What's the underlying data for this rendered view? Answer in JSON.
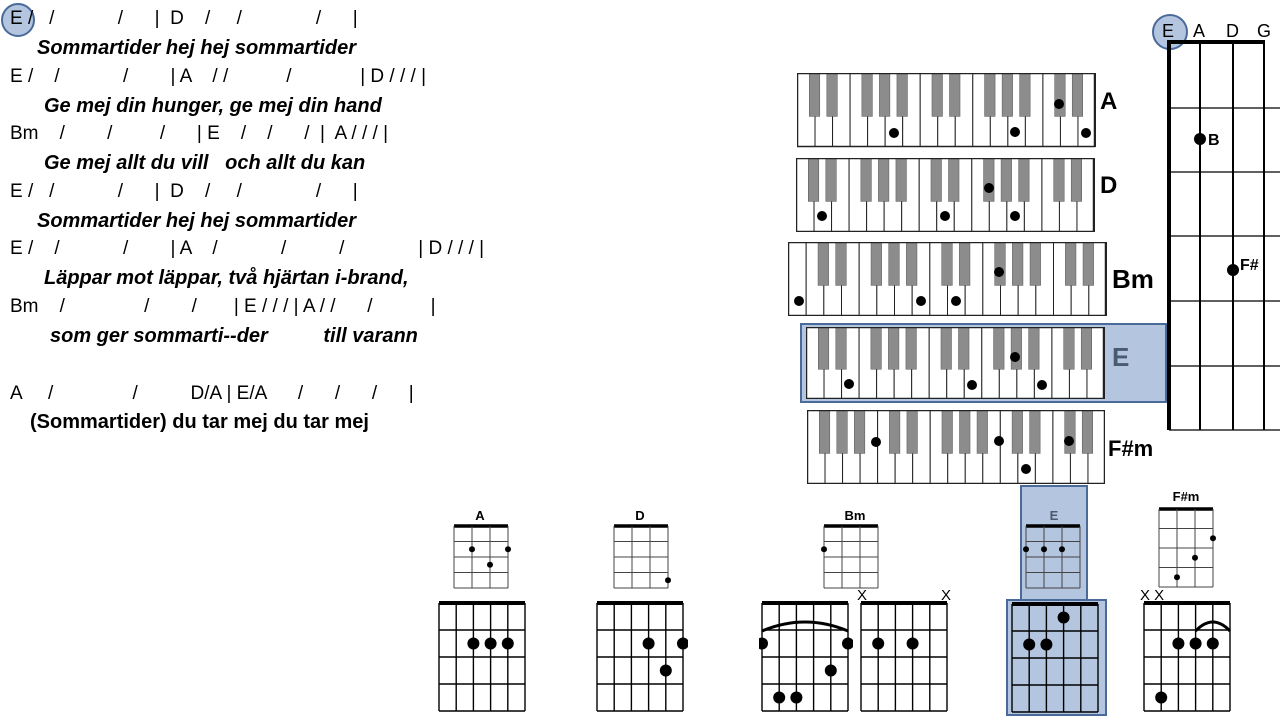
{
  "song": {
    "lines": [
      {
        "chords": "E /   /            /      |  D    /     /              /      |",
        "lyric": "Sommartider hej hej sommartider"
      },
      {
        "chords": "E /    /            /        | A    / /           /             | D / / / |",
        "lyric": "Ge mej din hunger, ge mej din hand"
      },
      {
        "chords": "Bm    /        /         /      | E    /    /      /  |  A / / / |",
        "lyric": "Ge mej allt du vill   och allt du kan"
      },
      {
        "chords": "E /   /            /      |  D    /     /              /      |",
        "lyric": "Sommartider hej hej sommartider"
      },
      {
        "chords": "E /    /            /        | A    /            /          /              | D / / / |",
        "lyric": "Läppar mot läppar, två hjärtan i-brand,"
      },
      {
        "chords": "Bm    /               /        /       | E / / / | A / /      /           |",
        "lyric": "som ger sommarti--der          till varann"
      },
      {
        "chords": "A     /               /          D/A | E/A      /      /      /      |",
        "lyric": "(Sommartider) du tar mej du tar mej"
      }
    ]
  },
  "keyboards": [
    {
      "name": "A"
    },
    {
      "name": "D"
    },
    {
      "name": "Bm"
    },
    {
      "name": "E",
      "highlighted": true
    },
    {
      "name": "F#m"
    }
  ],
  "fretboard": {
    "strings": [
      "E",
      "A",
      "D",
      "G"
    ],
    "markers": [
      {
        "label": "B"
      },
      {
        "label": "F#"
      }
    ],
    "highlight": "#b3c5df"
  },
  "small_diagrams": [
    {
      "name": "A"
    },
    {
      "name": "D"
    },
    {
      "name": "Bm"
    },
    {
      "name": "E",
      "highlighted": true
    },
    {
      "name": "F#m"
    }
  ],
  "guitar_marks": {
    "x": "X",
    "xx": "X X"
  },
  "colors": {
    "highlight_fill": "#b3c5df",
    "highlight_border": "#4a6a99"
  }
}
